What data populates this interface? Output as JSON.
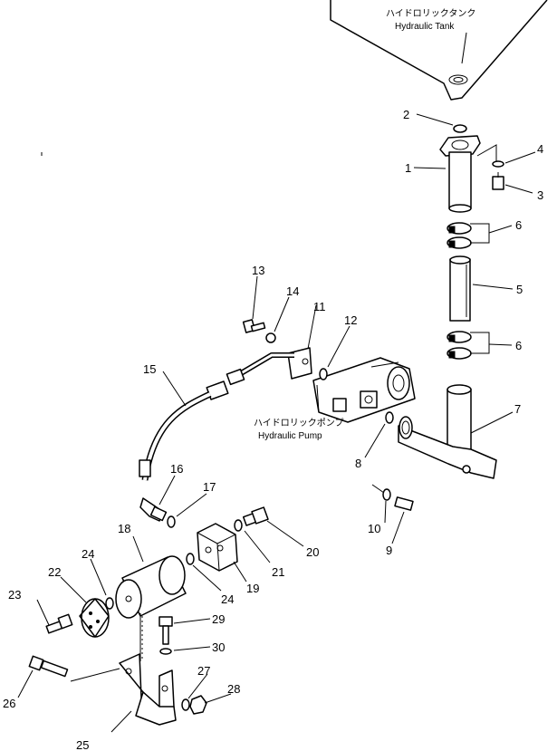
{
  "callouts": [
    {
      "id": "1",
      "text": "1"
    },
    {
      "id": "2",
      "text": "2"
    },
    {
      "id": "3",
      "text": "3"
    },
    {
      "id": "4",
      "text": "4"
    },
    {
      "id": "5",
      "text": "5"
    },
    {
      "id": "6a",
      "text": "6"
    },
    {
      "id": "6b",
      "text": "6"
    },
    {
      "id": "7",
      "text": "7"
    },
    {
      "id": "8",
      "text": "8"
    },
    {
      "id": "9",
      "text": "9"
    },
    {
      "id": "10",
      "text": "10"
    },
    {
      "id": "11",
      "text": "11"
    },
    {
      "id": "12",
      "text": "12"
    },
    {
      "id": "13",
      "text": "13"
    },
    {
      "id": "14",
      "text": "14"
    },
    {
      "id": "15",
      "text": "15"
    },
    {
      "id": "16",
      "text": "16"
    },
    {
      "id": "17",
      "text": "17"
    },
    {
      "id": "18",
      "text": "18"
    },
    {
      "id": "19",
      "text": "19"
    },
    {
      "id": "20",
      "text": "20"
    },
    {
      "id": "21",
      "text": "21"
    },
    {
      "id": "22",
      "text": "22"
    },
    {
      "id": "23",
      "text": "23"
    },
    {
      "id": "24a",
      "text": "24"
    },
    {
      "id": "24b",
      "text": "24"
    },
    {
      "id": "25",
      "text": "25"
    },
    {
      "id": "26",
      "text": "26"
    },
    {
      "id": "27",
      "text": "27"
    },
    {
      "id": "28",
      "text": "28"
    },
    {
      "id": "29",
      "text": "29"
    },
    {
      "id": "30",
      "text": "30"
    }
  ],
  "labels": {
    "tank_jp": "ハイドロリックタンク",
    "tank_en": "Hydraulic Tank",
    "pump_jp": "ハイドロリックポンプ",
    "pump_en": "Hydraulic Pump"
  }
}
